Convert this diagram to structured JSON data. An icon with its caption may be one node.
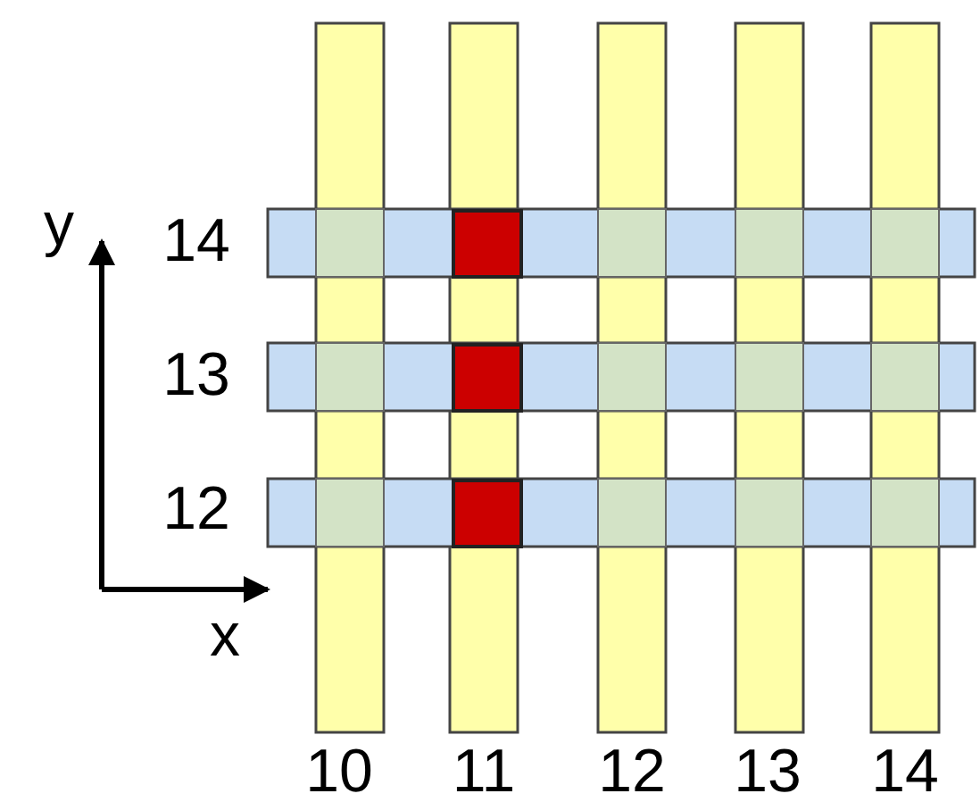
{
  "diagram": {
    "labels": [
      "y",
      "14",
      "13",
      "12",
      "x",
      "10",
      "11",
      "12",
      "13",
      "14"
    ]
  }
}
